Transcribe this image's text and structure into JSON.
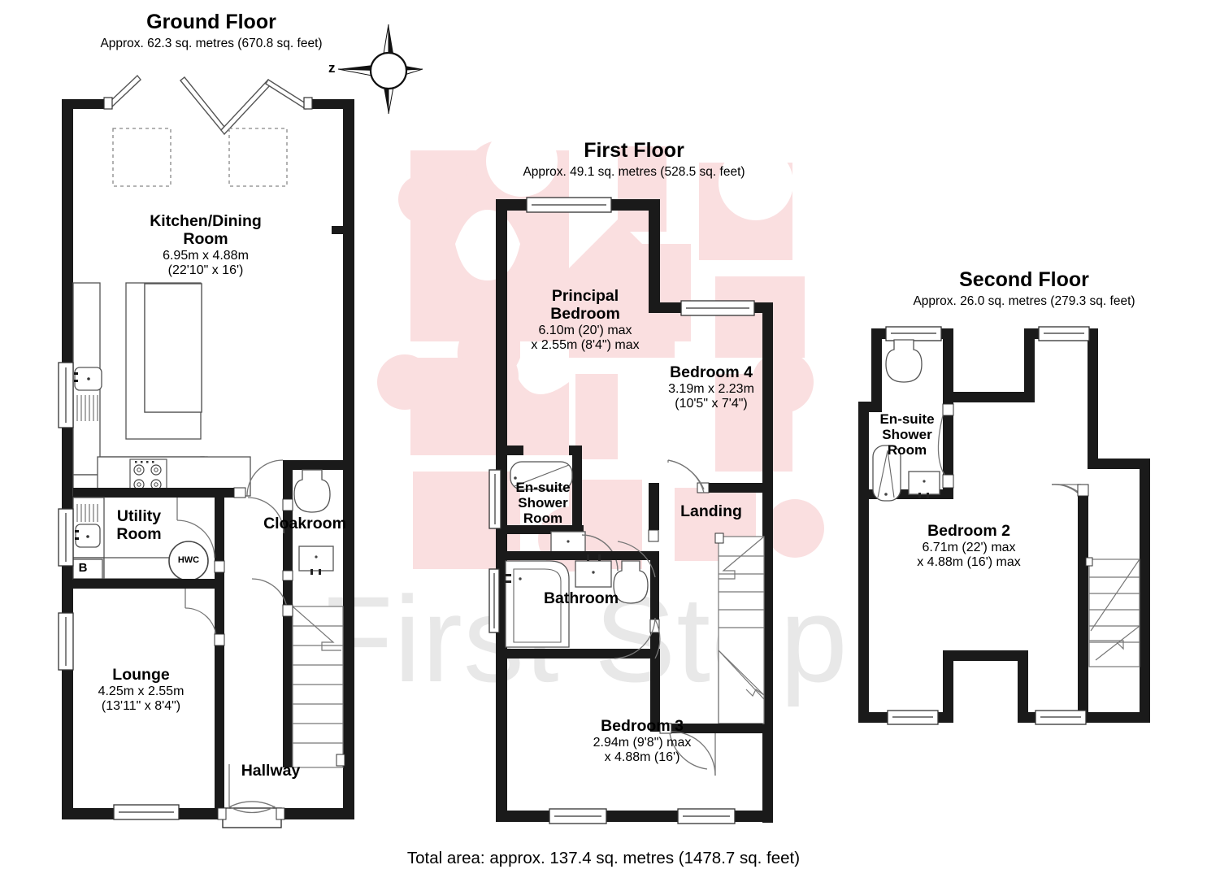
{
  "document": {
    "type": "floor-plan",
    "watermark_text": "First Step",
    "watermark_logo_color": "#fadfe0",
    "watermark_text_color": "#e8e8e8",
    "wall_color": "#1a1a1a",
    "background_color": "#ffffff",
    "total_area": "Total area: approx. 137.4 sq. metres (1478.7 sq. feet)"
  },
  "compass": {
    "label": "z",
    "icon": "compass-rose-icon"
  },
  "floors": [
    {
      "id": "ground",
      "title": "Ground Floor",
      "area": "Approx. 62.3 sq. metres (670.8 sq. feet)",
      "rooms": [
        {
          "id": "kitchen-dining",
          "name": "Kitchen/Dining\nRoom",
          "name_line1": "Kitchen/Dining",
          "name_line2": "Room",
          "dim_metric": "6.95m x 4.88m",
          "dim_imperial": "(22'10\" x 16')"
        },
        {
          "id": "utility",
          "name_line1": "Utility",
          "name_line2": "Room",
          "dim_metric": "",
          "dim_imperial": ""
        },
        {
          "id": "cloakroom",
          "name_line1": "Cloakroom",
          "dim_metric": "",
          "dim_imperial": ""
        },
        {
          "id": "lounge",
          "name_line1": "Lounge",
          "dim_metric": "4.25m x 2.55m",
          "dim_imperial": "(13'11\" x 8'4\")"
        },
        {
          "id": "hallway",
          "name_line1": "Hallway",
          "dim_metric": "",
          "dim_imperial": ""
        }
      ],
      "tags": [
        {
          "id": "hwc",
          "label": "HWC"
        },
        {
          "id": "boiler",
          "label": "B"
        }
      ]
    },
    {
      "id": "first",
      "title": "First Floor",
      "area": "Approx. 49.1 sq. metres (528.5 sq. feet)",
      "rooms": [
        {
          "id": "principal-bedroom",
          "name_line1": "Principal",
          "name_line2": "Bedroom",
          "dim_metric": "6.10m (20') max",
          "dim_imperial": "x 2.55m (8'4\") max"
        },
        {
          "id": "bedroom-4",
          "name_line1": "Bedroom 4",
          "dim_metric": "3.19m x 2.23m",
          "dim_imperial": "(10'5\" x 7'4\")"
        },
        {
          "id": "ensuite-shower-room-first",
          "name_line1": "En-suite",
          "name_line2": "Shower",
          "name_line3": "Room",
          "dim_metric": "",
          "dim_imperial": ""
        },
        {
          "id": "landing",
          "name_line1": "Landing",
          "dim_metric": "",
          "dim_imperial": ""
        },
        {
          "id": "bathroom",
          "name_line1": "Bathroom",
          "dim_metric": "",
          "dim_imperial": ""
        },
        {
          "id": "bedroom-3",
          "name_line1": "Bedroom 3",
          "dim_metric": "2.94m (9'8\") max",
          "dim_imperial": "x 4.88m (16')"
        }
      ]
    },
    {
      "id": "second",
      "title": "Second Floor",
      "area": "Approx. 26.0 sq. metres (279.3 sq. feet)",
      "rooms": [
        {
          "id": "ensuite-shower-room-second",
          "name_line1": "En-suite",
          "name_line2": "Shower",
          "name_line3": "Room",
          "dim_metric": "",
          "dim_imperial": ""
        },
        {
          "id": "bedroom-2",
          "name_line1": "Bedroom 2",
          "dim_metric": "6.71m (22') max",
          "dim_imperial": "x 4.88m (16') max"
        }
      ]
    }
  ]
}
